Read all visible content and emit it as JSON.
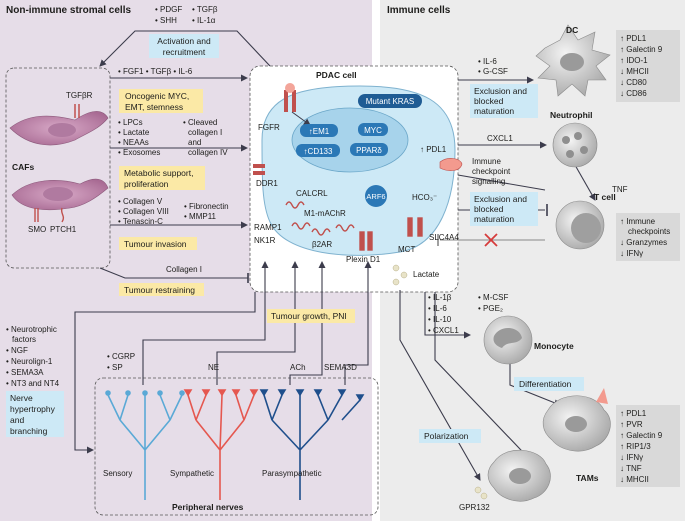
{
  "panels": {
    "left_title": "Non-immune stromal cells",
    "right_title": "Immune cells"
  },
  "stromal": {
    "cafs_label": "CAFs",
    "tgfbr": "TGFβR",
    "smo": "SMO",
    "ptch1": "PTCH1",
    "factors_top_a": [
      "• PDGF",
      "• SHH"
    ],
    "factors_top_b": [
      "• TGFβ",
      "• IL-1α"
    ],
    "activation_box": [
      "Activation and",
      "recruitment"
    ],
    "fgf_line": "• FGF1 • TGFβ • IL-6",
    "oncogenic_box": [
      "Oncogenic MYC,",
      "EMT, stemness"
    ],
    "metabolites_a": [
      "• LPCs",
      "• Lactate",
      "• NEAAs",
      "• Exosomes"
    ],
    "metabolites_b": [
      "• Cleaved",
      "collagen I",
      "and",
      "collagen IV"
    ],
    "metabolic_box": [
      "Metabolic support,",
      "proliferation"
    ],
    "ecm_a": [
      "• Collagen V",
      "• Collagen VIII",
      "• Tenascin-C"
    ],
    "ecm_b": [
      "• Fibronectin",
      "• MMP11"
    ],
    "invasion_box": "Tumour invasion",
    "collagen_i": "Collagen I",
    "restraining_box": "Tumour restraining"
  },
  "pdac": {
    "title": "PDAC cell",
    "fgfr": "FGFR",
    "em1": "↑EM1",
    "cd133": "↑CD133",
    "kras": "Mutant KRAS",
    "myc": "MYC",
    "ppard": "PPARδ",
    "pdl1": "↑ PDL1",
    "ddr1": "DDR1",
    "calcrl": "CALCRL",
    "arf6": "ARF6",
    "hco3": "HCO₃⁻",
    "ramp1": "RAMP1",
    "m1machr": "M1-mAChR",
    "nk1r": "NK1R",
    "b2ar": "β2AR",
    "plexin": "Plexin D1",
    "mct": "MCT",
    "slc4a4": "SLC4A4",
    "lactate": "Lactate"
  },
  "nerves": {
    "factors": [
      "• Neurotrophic",
      "factors",
      "• NGF",
      "• Neurolign-1",
      "• SEMA3A",
      "• NT3 and NT4"
    ],
    "hypertrophy_box": [
      "Nerve",
      "hypertrophy",
      "and",
      "branching"
    ],
    "growth_box": "Tumour growth, PNI",
    "cgrp_sp": [
      "• CGRP",
      "• SP"
    ],
    "ne": "NE",
    "ach": "ACh",
    "sema3d": "SEMA3D",
    "sensory": "Sensory",
    "sympathetic": "Sympathetic",
    "parasympathetic": "Parasympathetic",
    "peripheral": "Peripheral nerves"
  },
  "immune": {
    "dc_factors": [
      "• IL-6",
      "• G-CSF"
    ],
    "exclusion_box_1": [
      "Exclusion and",
      "blocked",
      "maturation"
    ],
    "dc": "DC",
    "dc_markers": [
      "↑ PDL1",
      "↑ Galectin 9",
      "↑ IDO-1",
      "↓ MHCII",
      "↓ CD80",
      "↓ CD86"
    ],
    "neutrophil": "Neutrophil",
    "cxcl1": "CXCL1",
    "checkpoint_signal": [
      "Immune",
      "checkpoint",
      "signalling"
    ],
    "exclusion_box_2": [
      "Exclusion and",
      "blocked",
      "maturation"
    ],
    "tnf": "TNF",
    "tcell": "T cell",
    "tcell_markers": [
      "↑ Immune",
      "checkpoints",
      "↓ Granzymes",
      "↓ IFNγ"
    ],
    "cytokines_a": [
      "• IL-1β",
      "• IL-6",
      "• IL-10",
      "• CXCL1"
    ],
    "cytokines_b": [
      "• M-CSF",
      "• PGE₂"
    ],
    "monocyte": "Monocyte",
    "differentiation_box": "Differentiation",
    "tam_markers": [
      "↑ PDL1",
      "↑ PVR",
      "↑ Galectin 9",
      "↑ RIP1/3",
      "↓ IFNγ",
      "↓ TNF",
      "↓ MHCII"
    ],
    "tams": "TAMs",
    "polarization_box": "Polarization",
    "gpr132": "GPR132"
  },
  "colors": {
    "left_bg": "#e6dde8",
    "right_bg": "#ececec",
    "blue_box": "#cde9f6",
    "yellow_box": "#fbe9a6",
    "marker_box": "#d9d9d9",
    "sensory": "#5aa9d6",
    "sympathetic": "#e5574f",
    "parasympathetic": "#1f4f8c",
    "caf": "#c98fb6",
    "cell": "#cde9f6"
  }
}
